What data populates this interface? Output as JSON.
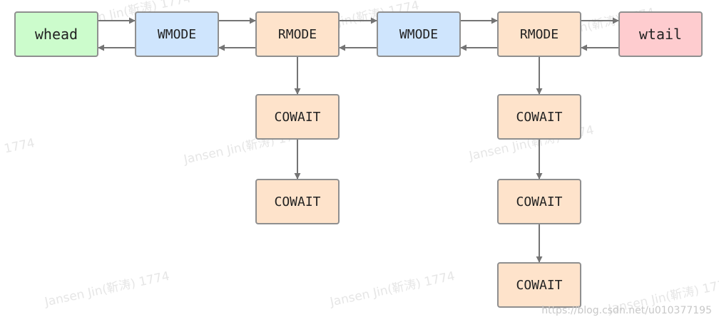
{
  "colors": {
    "head": "#ccfccc",
    "write": "#cfe5fd",
    "read": "#fee3cb",
    "tail": "#fecccf",
    "border": "#8f8f8f",
    "edge": "#747474"
  },
  "nodes": [
    {
      "id": "whead",
      "label": "whead",
      "kind": "head"
    },
    {
      "id": "w1",
      "label": "WMODE",
      "kind": "write"
    },
    {
      "id": "r1",
      "label": "RMODE",
      "kind": "read"
    },
    {
      "id": "w2",
      "label": "WMODE",
      "kind": "write"
    },
    {
      "id": "r2",
      "label": "RMODE",
      "kind": "read"
    },
    {
      "id": "wtail",
      "label": "wtail",
      "kind": "tail"
    },
    {
      "id": "c11",
      "label": "COWAIT",
      "kind": "read"
    },
    {
      "id": "c12",
      "label": "COWAIT",
      "kind": "read"
    },
    {
      "id": "c21",
      "label": "COWAIT",
      "kind": "read"
    },
    {
      "id": "c22",
      "label": "COWAIT",
      "kind": "read"
    },
    {
      "id": "c23",
      "label": "COWAIT",
      "kind": "read"
    }
  ],
  "edges": [
    {
      "from": "whead",
      "to": "w1",
      "kind": "next"
    },
    {
      "from": "w1",
      "to": "whead",
      "kind": "prev"
    },
    {
      "from": "w1",
      "to": "r1",
      "kind": "next"
    },
    {
      "from": "r1",
      "to": "w1",
      "kind": "prev"
    },
    {
      "from": "r1",
      "to": "w2",
      "kind": "next"
    },
    {
      "from": "w2",
      "to": "r1",
      "kind": "prev"
    },
    {
      "from": "w2",
      "to": "r2",
      "kind": "next"
    },
    {
      "from": "r2",
      "to": "w2",
      "kind": "prev"
    },
    {
      "from": "r2",
      "to": "wtail",
      "kind": "next"
    },
    {
      "from": "wtail",
      "to": "r2",
      "kind": "prev"
    },
    {
      "from": "r1",
      "to": "c11",
      "kind": "down"
    },
    {
      "from": "c11",
      "to": "c12",
      "kind": "down"
    },
    {
      "from": "r2",
      "to": "c21",
      "kind": "down"
    },
    {
      "from": "c21",
      "to": "c22",
      "kind": "down"
    },
    {
      "from": "c22",
      "to": "c23",
      "kind": "down"
    }
  ],
  "watermark": {
    "text": "Jansen Jin(靳涛) 1774",
    "fragment": "1774"
  },
  "caption": "https://blog.csdn.net/u010377195"
}
